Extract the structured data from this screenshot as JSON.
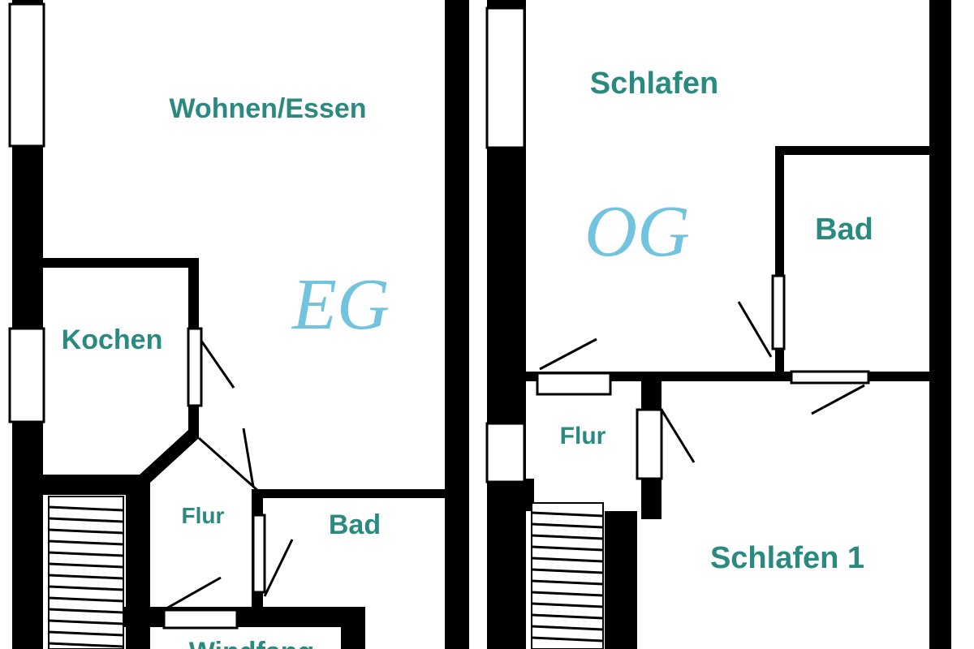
{
  "floors": {
    "ground": {
      "label": "EG",
      "rooms": {
        "living": "Wohnen/Essen",
        "kitchen": "Kochen",
        "hall": "Flur",
        "bath": "Bad",
        "vestibule": "Windfang"
      }
    },
    "upper": {
      "label": "OG",
      "rooms": {
        "bedroom": "Schlafen",
        "bath": "Bad",
        "hall": "Flur",
        "bedroom1": "Schlafen 1"
      }
    }
  },
  "colors": {
    "room_label": "#2a8a80",
    "floor_label": "#72c4de",
    "wall": "#000000"
  }
}
